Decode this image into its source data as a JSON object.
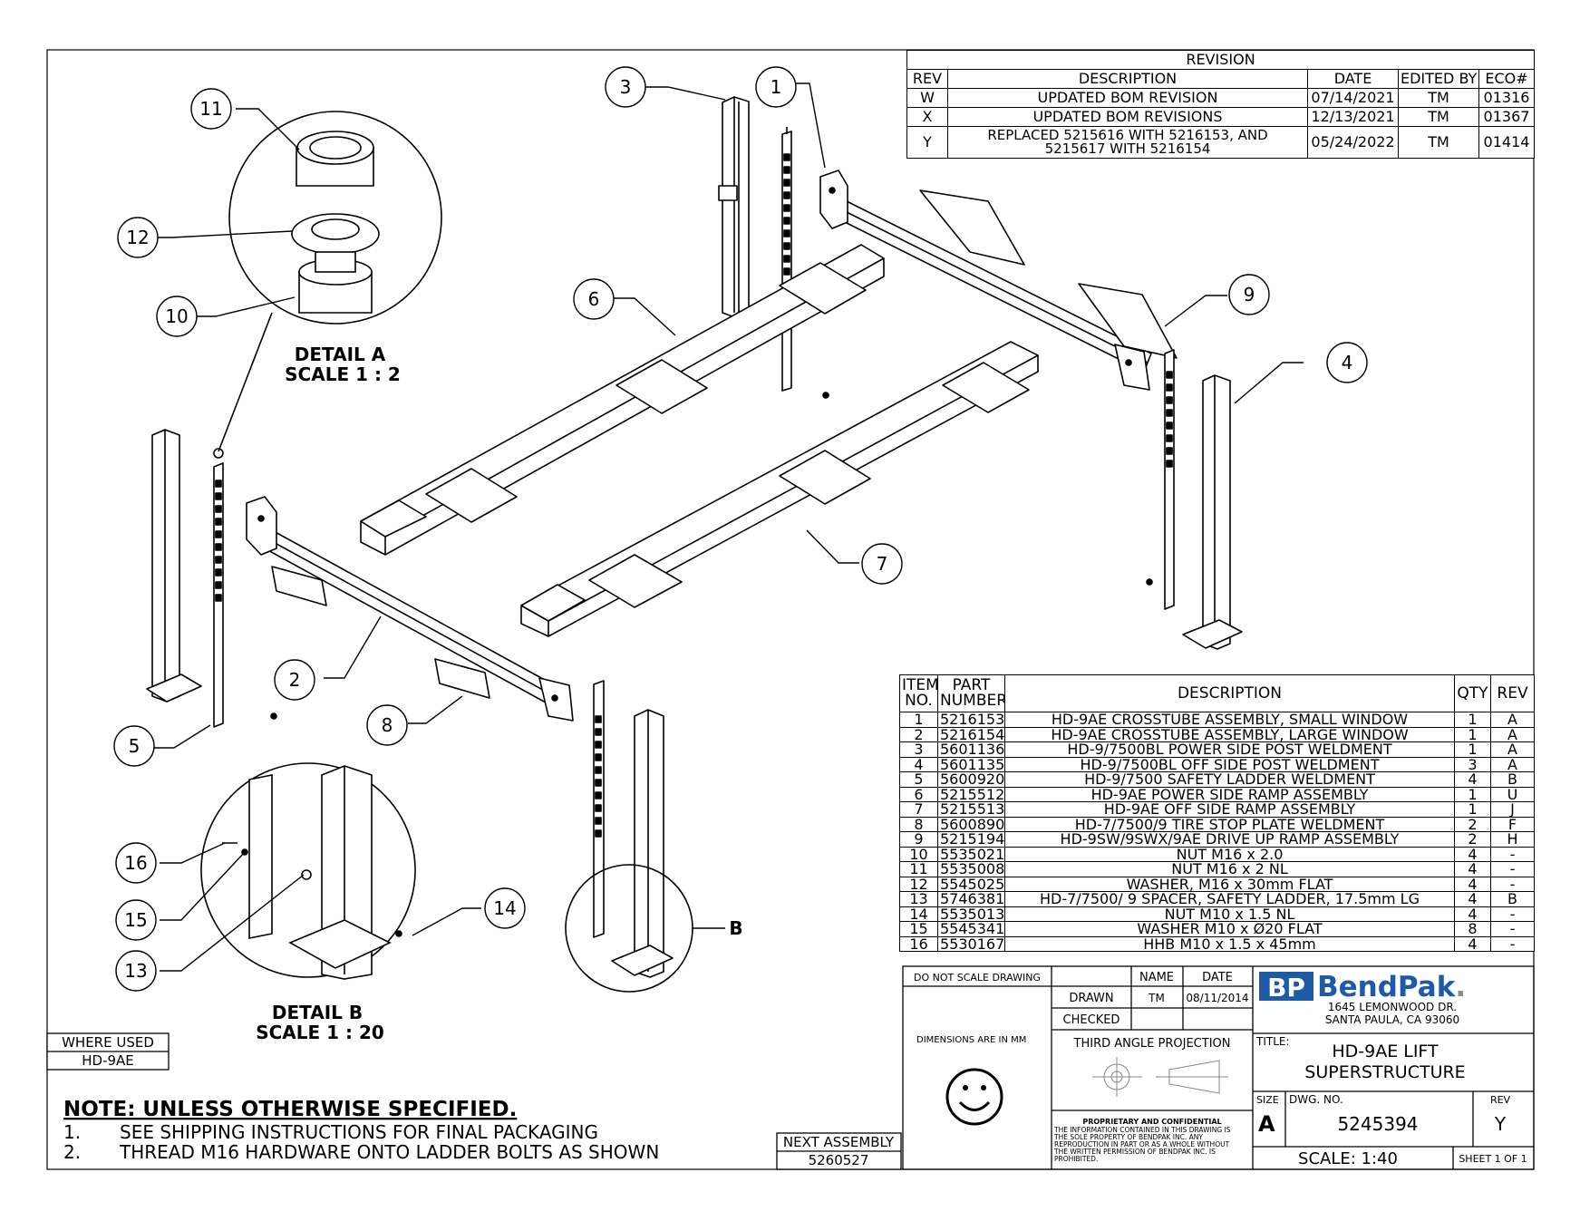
{
  "revision_table": {
    "title": "REVISION",
    "headers": [
      "REV",
      "DESCRIPTION",
      "DATE",
      "EDITED BY",
      "ECO#"
    ],
    "rows": [
      [
        "W",
        "UPDATED BOM REVISION",
        "07/14/2021",
        "TM",
        "01316"
      ],
      [
        "X",
        "UPDATED BOM REVISIONS",
        "12/13/2021",
        "TM",
        "01367"
      ],
      [
        "Y",
        "REPLACED 5215616 WITH 5216153, AND 5215617 WITH 5216154",
        "05/24/2022",
        "TM",
        "01414"
      ]
    ]
  },
  "bom_table": {
    "headers": [
      "ITEM NO.",
      "PART NUMBER",
      "DESCRIPTION",
      "QTY",
      "REV"
    ],
    "rows": [
      [
        "1",
        "5216153",
        "HD-9AE CROSSTUBE ASSEMBLY, SMALL WINDOW",
        "1",
        "A"
      ],
      [
        "2",
        "5216154",
        "HD-9AE CROSSTUBE ASSEMBLY, LARGE WINDOW",
        "1",
        "A"
      ],
      [
        "3",
        "5601136",
        "HD-9/7500BL POWER SIDE POST WELDMENT",
        "1",
        "A"
      ],
      [
        "4",
        "5601135",
        "HD-9/7500BL OFF SIDE POST WELDMENT",
        "3",
        "A"
      ],
      [
        "5",
        "5600920",
        "HD-9/7500 SAFETY LADDER WELDMENT",
        "4",
        "B"
      ],
      [
        "6",
        "5215512",
        "HD-9AE POWER SIDE RAMP ASSEMBLY",
        "1",
        "U"
      ],
      [
        "7",
        "5215513",
        "HD-9AE OFF SIDE RAMP ASSEMBLY",
        "1",
        "J"
      ],
      [
        "8",
        "5600890",
        "HD-7/7500/9 TIRE STOP PLATE WELDMENT",
        "2",
        "F"
      ],
      [
        "9",
        "5215194",
        "HD-9SW/9SWX/9AE DRIVE UP RAMP ASSEMBLY",
        "2",
        "H"
      ],
      [
        "10",
        "5535021",
        "NUT M16 x 2.0",
        "4",
        "-"
      ],
      [
        "11",
        "5535008",
        "NUT M16 x 2 NL",
        "4",
        "-"
      ],
      [
        "12",
        "5545025",
        "WASHER, M16 x 30mm FLAT",
        "4",
        "-"
      ],
      [
        "13",
        "5746381",
        "HD-7/7500/ 9 SPACER, SAFETY LADDER, 17.5mm LG",
        "4",
        "B"
      ],
      [
        "14",
        "5535013",
        "NUT M10 x 1.5 NL",
        "4",
        "-"
      ],
      [
        "15",
        "5545341",
        "WASHER M10 x Ø20 FLAT",
        "8",
        "-"
      ],
      [
        "16",
        "5530167",
        "HHB M10 x 1.5 x 45mm",
        "4",
        "-"
      ]
    ]
  },
  "balloons": [
    "1",
    "2",
    "3",
    "4",
    "5",
    "6",
    "7",
    "8",
    "9",
    "10",
    "11",
    "12",
    "13",
    "14",
    "15",
    "16"
  ],
  "detail_a": {
    "title": "DETAIL A",
    "scale": "SCALE 1 : 2"
  },
  "detail_b": {
    "title": "DETAIL B",
    "scale": "SCALE 1 : 20",
    "callout": "B"
  },
  "where_used": {
    "label": "WHERE USED",
    "value": "HD-9AE"
  },
  "next_assembly": {
    "label": "NEXT ASSEMBLY",
    "value": "5260527"
  },
  "notes": {
    "heading": "NOTE: UNLESS OTHERWISE SPECIFIED",
    "heading_suffix": ".",
    "items": [
      {
        "num": "1.",
        "text": "SEE SHIPPING INSTRUCTIONS FOR FINAL PACKAGING"
      },
      {
        "num": "2.",
        "text": "THREAD M16 HARDWARE ONTO LADDER BOLTS AS SHOWN"
      }
    ]
  },
  "title_block": {
    "do_not_scale": "DO NOT SCALE DRAWING",
    "name_header": "NAME",
    "date_header": "DATE",
    "drawn_label": "DRAWN",
    "drawn_name": "TM",
    "drawn_date": "08/11/2014",
    "checked_label": "CHECKED",
    "dimensions": "DIMENSIONS ARE IN MM",
    "projection": "THIRD ANGLE PROJECTION",
    "proprietary_title": "PROPRIETARY AND CONFIDENTIAL",
    "proprietary_lines": [
      "THE INFORMATION CONTAINED IN THIS DRAWING IS",
      "THE SOLE PROPERTY OF BENDPAK INC. ANY",
      "REPRODUCTION IN PART OR AS A WHOLE WITHOUT",
      "THE WRITTEN PERMISSION OF BENDPAK INC. IS",
      "PROHIBITED."
    ],
    "logo_bp": "BP",
    "logo_text": "BendPak",
    "logo_dot": ".",
    "address_1": "1645 LEMONWOOD DR.",
    "address_2": "SANTA PAULA, CA 93060",
    "title_label": "TITLE:",
    "title_1": "HD-9AE LIFT",
    "title_2": "SUPERSTRUCTURE",
    "size_label": "SIZE",
    "size_value": "A",
    "dwg_label": "DWG.  NO.",
    "dwg_value": "5245394",
    "rev_label": "REV",
    "rev_value": "Y",
    "scale": "SCALE: 1:40",
    "sheet": "SHEET 1 OF 1"
  },
  "colors": {
    "line": "#000000",
    "logo_blue": "#1f5aa8",
    "logo_grey": "#8a8d90"
  }
}
